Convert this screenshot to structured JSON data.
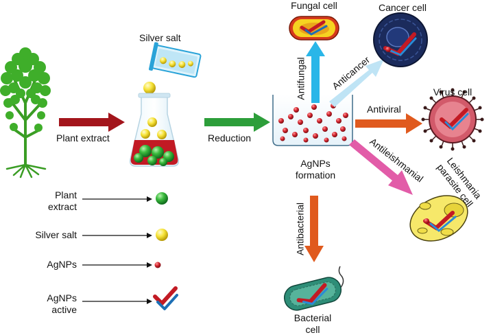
{
  "labels": {
    "silver_salt_top": "Silver salt",
    "plant_extract_arrow": "Plant extract",
    "reduction": "Reduction",
    "agnps_formation_line1": "AgNPs",
    "agnps_formation_line2": "formation",
    "fungal_cell": "Fungal cell",
    "cancer_cell": "Cancer cell",
    "virus_cell": "Virus cell",
    "leish_line1": "Leishmania",
    "leish_line2": "parasite cell",
    "bacterial_line1": "Bacterial",
    "bacterial_line2": "cell",
    "antifungal": "Antifungal",
    "anticancer": "Anticancer",
    "antiviral": "Antiviral",
    "antileishmanial": "Antileishmanial",
    "antibacterial": "Antibacterial"
  },
  "legend": [
    {
      "line1": "Plant",
      "line2": "extract",
      "icon": "green-sphere-icon"
    },
    {
      "line1": "Silver salt",
      "line2": "",
      "icon": "yellow-sphere-icon"
    },
    {
      "line1": "AgNPs",
      "line2": "",
      "icon": "red-dot-icon"
    },
    {
      "line1": "AgNPs",
      "line2": "active",
      "icon": "check-mark-icon"
    }
  ],
  "colors": {
    "plant_arrow": "#a3151c",
    "reduction_arrow": "#2d9e3a",
    "antifungal_arrow": "#2ab6e8",
    "anticancer_arrow": "#bfe4f5",
    "antiviral_arrow": "#e05a1e",
    "antileishmanial_arrow": "#e25ca8",
    "antibacterial_arrow": "#e05a1e",
    "tree": "#3fae2a",
    "nanoparticle": "#c0202a"
  }
}
